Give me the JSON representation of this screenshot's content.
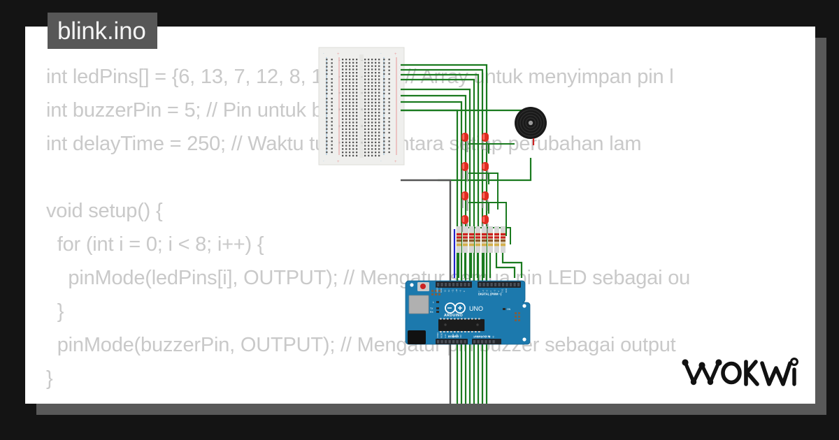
{
  "window": {
    "background_color": "#141414",
    "card_color": "#ffffff",
    "shadow_color": "#595959"
  },
  "file_tab": {
    "label": "blink.ino",
    "background_color": "#575757",
    "text_color": "#f4f4f4"
  },
  "editor": {
    "text_color": "#c9c9c9",
    "lines": [
      "int ledPins[] = {6, 13, 7, 12, 8, 11, 9, 10}; // Array untuk menyimpan pin l",
      "int buzzerPin = 5; // Pin untuk buzzer",
      "int delayTime = 250; // Waktu tundaan antara setiap perubahan lam",
      "",
      "void setup() {",
      "  for (int i = 0; i < 8; i++) {",
      "    pinMode(ledPins[i], OUTPUT); // Mengatur semua pin LED sebagai ou",
      "  }",
      "  pinMode(buzzerPin, OUTPUT); // Mengatur pin buzzer sebagai output",
      "}"
    ]
  },
  "diagram": {
    "breadboard": {
      "name": "breadboard-half",
      "body_color": "#efefed",
      "hole_color": "#575757",
      "positive_rail_color": "#e8a0a0",
      "negative_rail_color": "#9fc4de",
      "rows": 30,
      "columns": 10,
      "plus_label": "+",
      "minus_label": "-"
    },
    "arduino": {
      "name": "arduino-uno",
      "board_color": "#1c79ad",
      "board_dark": "#10557c",
      "header_color": "#21252b",
      "silkscreen_color": "#ffffff",
      "labels": {
        "digital": "DIGITAL (PWM ~)",
        "uno": "UNO",
        "brand": "ARDUINO",
        "power": "POWER",
        "analog": "ANALOG IN",
        "tx": "TX",
        "rx": "RX",
        "l": "L",
        "on": "ON",
        "aref": "AREF",
        "gnd": "GND"
      },
      "digital_pins": [
        "13",
        "12",
        "~11",
        "~10",
        "~9",
        "8",
        "7",
        "~6",
        "~5",
        "4",
        "~3",
        "2",
        "TX→1",
        "RX←0"
      ],
      "power_pins": [
        "IOREF",
        "RESET",
        "3.3V",
        "5V",
        "GND",
        "GND",
        "VIN"
      ],
      "analog_pins": [
        "A0",
        "A1",
        "A2",
        "A3",
        "A4",
        "A5"
      ],
      "led_on_color": "#d23a28",
      "usb_color": "#b0b0b0"
    },
    "leds": {
      "name": "red-led",
      "count": 8,
      "body_color": "#e02b20",
      "highlight_color": "#ff7a6e",
      "anode_wire_color": "#1a7a1f",
      "cathode_wire_color": "#1a7a1f"
    },
    "resistors": {
      "name": "resistor-220-ohm",
      "count": 8,
      "body_color": "#d9cbab",
      "lead_color": "#c8c8c8",
      "bands": [
        "#cc1f1f",
        "#cc1f1f",
        "#8a5a2b",
        "#d4b04a"
      ]
    },
    "buzzer": {
      "name": "piezo-buzzer",
      "body_color": "#191919",
      "ring_color": "#2e2e2e",
      "center_color": "#9a9a9a",
      "positive_wire_color": "#cc2222",
      "negative_wire_color": "#1a7a1f"
    },
    "wires": {
      "signal_color": "#1a7a1f",
      "ground_color": "#555555",
      "power_color": "#2222cc"
    }
  },
  "branding": {
    "logo_text": "WOKWi",
    "logo_color": "#111111"
  }
}
